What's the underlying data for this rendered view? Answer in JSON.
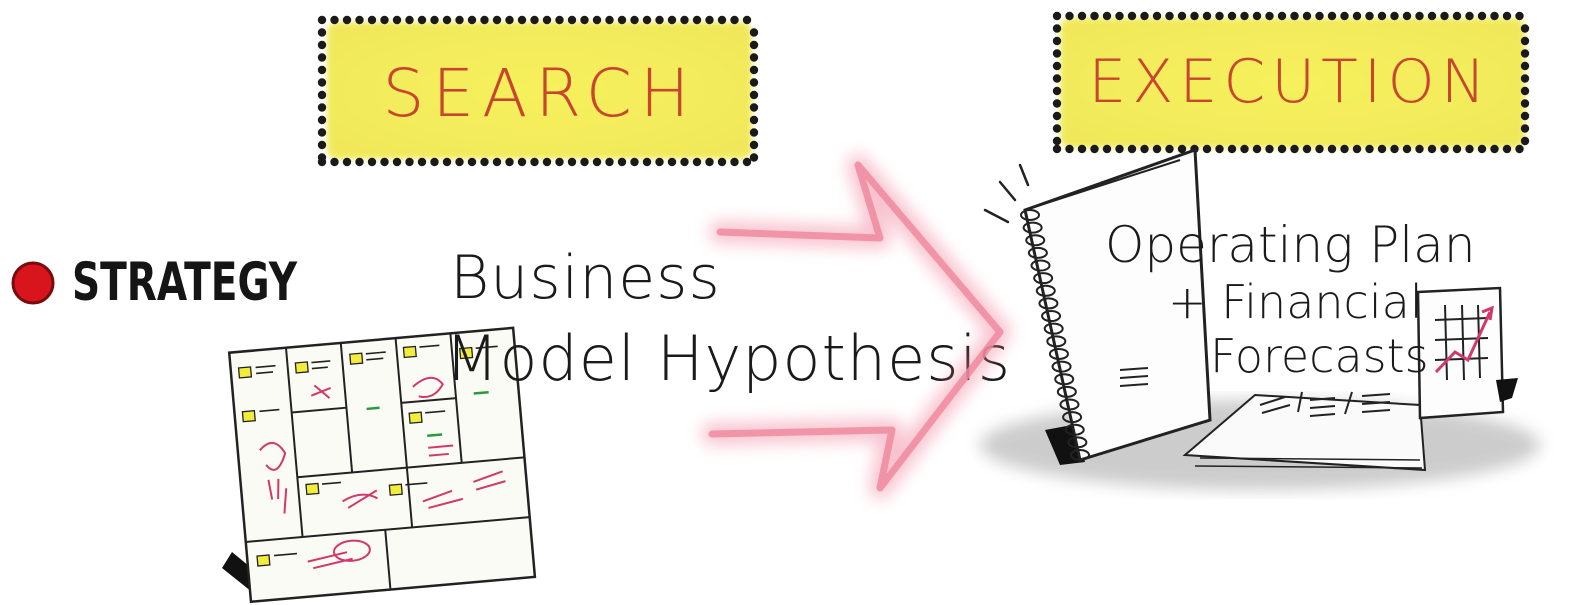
{
  "search": {
    "label": "SEARCH"
  },
  "execution": {
    "label": "EXECUTION"
  },
  "strategy": {
    "label": "STRATEGY"
  },
  "hypothesis": {
    "line1": "Business",
    "line2": "Model Hypothesis"
  },
  "plan": {
    "line1": "Operating Plan",
    "line2": "+ Financial",
    "line3": "Forecasts"
  },
  "colors": {
    "highlight": "#f6ef4a",
    "label_text": "#c9462e",
    "dots": "#1a1a1a",
    "bullet": "#d8141c",
    "arrow": "#f08aa0",
    "ink": "#1a1a1a"
  }
}
